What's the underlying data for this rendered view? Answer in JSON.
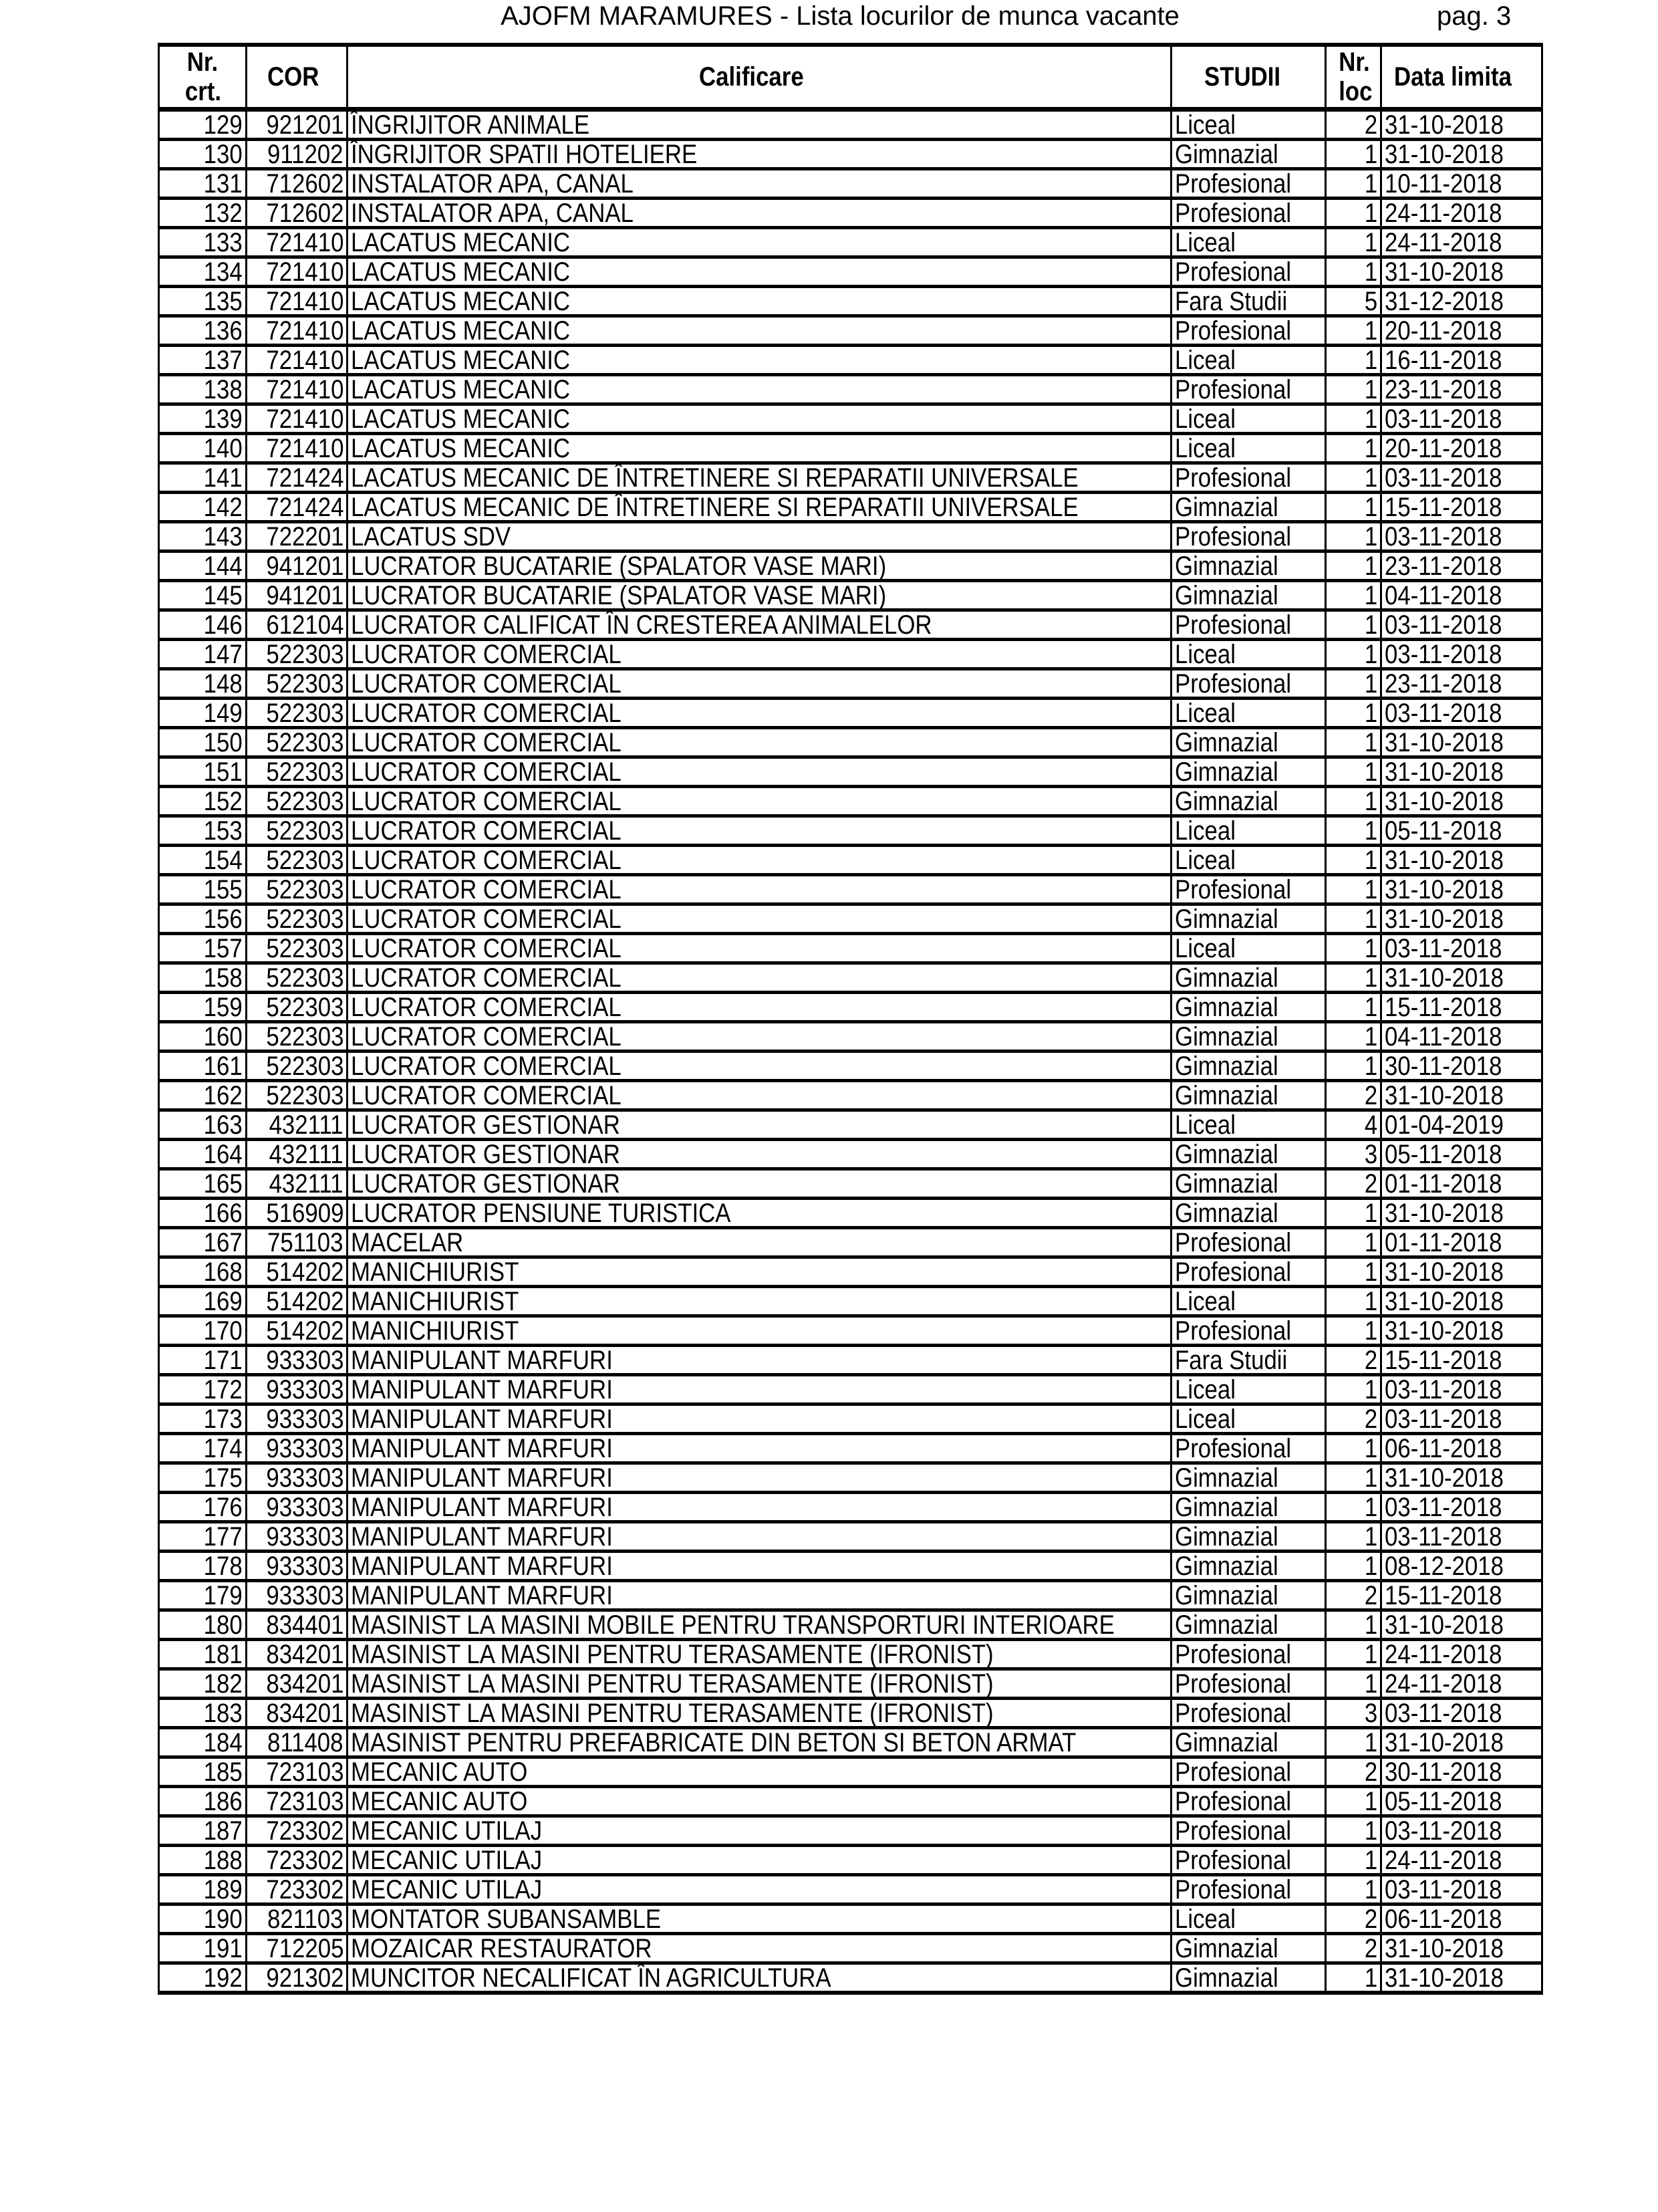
{
  "header": {
    "title": "AJOFM MARAMURES - Lista locurilor de munca vacante",
    "page": "pag. 3"
  },
  "columns": {
    "nr_crt": "Nr. crt.",
    "cor": "COR",
    "calificare": "Calificare",
    "studii": "STUDII",
    "nr_loc": "Nr. loc",
    "data_limita": "Data limita"
  },
  "rows": [
    [
      "129",
      "921201",
      "ÎNGRIJITOR ANIMALE",
      "Liceal",
      "2",
      "31-10-2018"
    ],
    [
      "130",
      "911202",
      "ÎNGRIJITOR SPATII HOTELIERE",
      "Gimnazial",
      "1",
      "31-10-2018"
    ],
    [
      "131",
      "712602",
      "INSTALATOR APA, CANAL",
      "Profesional",
      "1",
      "10-11-2018"
    ],
    [
      "132",
      "712602",
      "INSTALATOR APA, CANAL",
      "Profesional",
      "1",
      "24-11-2018"
    ],
    [
      "133",
      "721410",
      "LACATUS MECANIC",
      "Liceal",
      "1",
      "24-11-2018"
    ],
    [
      "134",
      "721410",
      "LACATUS MECANIC",
      "Profesional",
      "1",
      "31-10-2018"
    ],
    [
      "135",
      "721410",
      "LACATUS MECANIC",
      "Fara Studii",
      "5",
      "31-12-2018"
    ],
    [
      "136",
      "721410",
      "LACATUS MECANIC",
      "Profesional",
      "1",
      "20-11-2018"
    ],
    [
      "137",
      "721410",
      "LACATUS MECANIC",
      "Liceal",
      "1",
      "16-11-2018"
    ],
    [
      "138",
      "721410",
      "LACATUS MECANIC",
      "Profesional",
      "1",
      "23-11-2018"
    ],
    [
      "139",
      "721410",
      "LACATUS MECANIC",
      "Liceal",
      "1",
      "03-11-2018"
    ],
    [
      "140",
      "721410",
      "LACATUS MECANIC",
      "Liceal",
      "1",
      "20-11-2018"
    ],
    [
      "141",
      "721424",
      "LACATUS MECANIC DE ÎNTRETINERE SI REPARATII UNIVERSALE",
      "Profesional",
      "1",
      "03-11-2018"
    ],
    [
      "142",
      "721424",
      "LACATUS MECANIC DE ÎNTRETINERE SI REPARATII UNIVERSALE",
      "Gimnazial",
      "1",
      "15-11-2018"
    ],
    [
      "143",
      "722201",
      "LACATUS SDV",
      "Profesional",
      "1",
      "03-11-2018"
    ],
    [
      "144",
      "941201",
      "LUCRATOR BUCATARIE (SPALATOR VASE MARI)",
      "Gimnazial",
      "1",
      "23-11-2018"
    ],
    [
      "145",
      "941201",
      "LUCRATOR BUCATARIE (SPALATOR VASE MARI)",
      "Gimnazial",
      "1",
      "04-11-2018"
    ],
    [
      "146",
      "612104",
      "LUCRATOR CALIFICAT ÎN CRESTEREA ANIMALELOR",
      "Profesional",
      "1",
      "03-11-2018"
    ],
    [
      "147",
      "522303",
      "LUCRATOR COMERCIAL",
      "Liceal",
      "1",
      "03-11-2018"
    ],
    [
      "148",
      "522303",
      "LUCRATOR COMERCIAL",
      "Profesional",
      "1",
      "23-11-2018"
    ],
    [
      "149",
      "522303",
      "LUCRATOR COMERCIAL",
      "Liceal",
      "1",
      "03-11-2018"
    ],
    [
      "150",
      "522303",
      "LUCRATOR COMERCIAL",
      "Gimnazial",
      "1",
      "31-10-2018"
    ],
    [
      "151",
      "522303",
      "LUCRATOR COMERCIAL",
      "Gimnazial",
      "1",
      "31-10-2018"
    ],
    [
      "152",
      "522303",
      "LUCRATOR COMERCIAL",
      "Gimnazial",
      "1",
      "31-10-2018"
    ],
    [
      "153",
      "522303",
      "LUCRATOR COMERCIAL",
      "Liceal",
      "1",
      "05-11-2018"
    ],
    [
      "154",
      "522303",
      "LUCRATOR COMERCIAL",
      "Liceal",
      "1",
      "31-10-2018"
    ],
    [
      "155",
      "522303",
      "LUCRATOR COMERCIAL",
      "Profesional",
      "1",
      "31-10-2018"
    ],
    [
      "156",
      "522303",
      "LUCRATOR COMERCIAL",
      "Gimnazial",
      "1",
      "31-10-2018"
    ],
    [
      "157",
      "522303",
      "LUCRATOR COMERCIAL",
      "Liceal",
      "1",
      "03-11-2018"
    ],
    [
      "158",
      "522303",
      "LUCRATOR COMERCIAL",
      "Gimnazial",
      "1",
      "31-10-2018"
    ],
    [
      "159",
      "522303",
      "LUCRATOR COMERCIAL",
      "Gimnazial",
      "1",
      "15-11-2018"
    ],
    [
      "160",
      "522303",
      "LUCRATOR COMERCIAL",
      "Gimnazial",
      "1",
      "04-11-2018"
    ],
    [
      "161",
      "522303",
      "LUCRATOR COMERCIAL",
      "Gimnazial",
      "1",
      "30-11-2018"
    ],
    [
      "162",
      "522303",
      "LUCRATOR COMERCIAL",
      "Gimnazial",
      "2",
      "31-10-2018"
    ],
    [
      "163",
      "432111",
      "LUCRATOR GESTIONAR",
      "Liceal",
      "4",
      "01-04-2019"
    ],
    [
      "164",
      "432111",
      "LUCRATOR GESTIONAR",
      "Gimnazial",
      "3",
      "05-11-2018"
    ],
    [
      "165",
      "432111",
      "LUCRATOR GESTIONAR",
      "Gimnazial",
      "2",
      "01-11-2018"
    ],
    [
      "166",
      "516909",
      "LUCRATOR PENSIUNE TURISTICA",
      "Gimnazial",
      "1",
      "31-10-2018"
    ],
    [
      "167",
      "751103",
      "MACELAR",
      "Profesional",
      "1",
      "01-11-2018"
    ],
    [
      "168",
      "514202",
      "MANICHIURIST",
      "Profesional",
      "1",
      "31-10-2018"
    ],
    [
      "169",
      "514202",
      "MANICHIURIST",
      "Liceal",
      "1",
      "31-10-2018"
    ],
    [
      "170",
      "514202",
      "MANICHIURIST",
      "Profesional",
      "1",
      "31-10-2018"
    ],
    [
      "171",
      "933303",
      "MANIPULANT MARFURI",
      "Fara Studii",
      "2",
      "15-11-2018"
    ],
    [
      "172",
      "933303",
      "MANIPULANT MARFURI",
      "Liceal",
      "1",
      "03-11-2018"
    ],
    [
      "173",
      "933303",
      "MANIPULANT MARFURI",
      "Liceal",
      "2",
      "03-11-2018"
    ],
    [
      "174",
      "933303",
      "MANIPULANT MARFURI",
      "Profesional",
      "1",
      "06-11-2018"
    ],
    [
      "175",
      "933303",
      "MANIPULANT MARFURI",
      "Gimnazial",
      "1",
      "31-10-2018"
    ],
    [
      "176",
      "933303",
      "MANIPULANT MARFURI",
      "Gimnazial",
      "1",
      "03-11-2018"
    ],
    [
      "177",
      "933303",
      "MANIPULANT MARFURI",
      "Gimnazial",
      "1",
      "03-11-2018"
    ],
    [
      "178",
      "933303",
      "MANIPULANT MARFURI",
      "Gimnazial",
      "1",
      "08-12-2018"
    ],
    [
      "179",
      "933303",
      "MANIPULANT MARFURI",
      "Gimnazial",
      "2",
      "15-11-2018"
    ],
    [
      "180",
      "834401",
      "MASINIST LA MASINI MOBILE PENTRU TRANSPORTURI INTERIOARE",
      "Gimnazial",
      "1",
      "31-10-2018"
    ],
    [
      "181",
      "834201",
      "MASINIST LA MASINI PENTRU TERASAMENTE (IFRONIST)",
      "Profesional",
      "1",
      "24-11-2018"
    ],
    [
      "182",
      "834201",
      "MASINIST LA MASINI PENTRU TERASAMENTE (IFRONIST)",
      "Profesional",
      "1",
      "24-11-2018"
    ],
    [
      "183",
      "834201",
      "MASINIST LA MASINI PENTRU TERASAMENTE (IFRONIST)",
      "Profesional",
      "3",
      "03-11-2018"
    ],
    [
      "184",
      "811408",
      "MASINIST PENTRU PREFABRICATE DIN BETON SI BETON ARMAT",
      "Gimnazial",
      "1",
      "31-10-2018"
    ],
    [
      "185",
      "723103",
      "MECANIC AUTO",
      "Profesional",
      "2",
      "30-11-2018"
    ],
    [
      "186",
      "723103",
      "MECANIC AUTO",
      "Profesional",
      "1",
      "05-11-2018"
    ],
    [
      "187",
      "723302",
      "MECANIC UTILAJ",
      "Profesional",
      "1",
      "03-11-2018"
    ],
    [
      "188",
      "723302",
      "MECANIC UTILAJ",
      "Profesional",
      "1",
      "24-11-2018"
    ],
    [
      "189",
      "723302",
      "MECANIC UTILAJ",
      "Profesional",
      "1",
      "03-11-2018"
    ],
    [
      "190",
      "821103",
      "MONTATOR SUBANSAMBLE",
      "Liceal",
      "2",
      "06-11-2018"
    ],
    [
      "191",
      "712205",
      "MOZAICAR RESTAURATOR",
      "Gimnazial",
      "2",
      "31-10-2018"
    ],
    [
      "192",
      "921302",
      "MUNCITOR NECALIFICAT ÎN AGRICULTURA",
      "Gimnazial",
      "1",
      "31-10-2018"
    ]
  ]
}
